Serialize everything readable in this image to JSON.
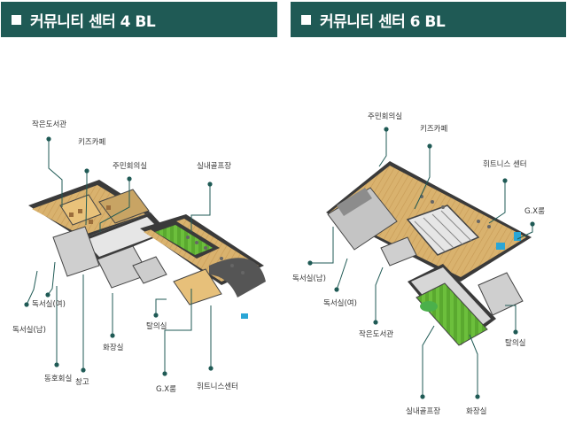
{
  "headers": {
    "left": "커뮤니티 센터 4 BL",
    "right": "커뮤니티 센터 6 BL"
  },
  "colors": {
    "header_bg": "#1f5a55",
    "leader": "#1f5a55",
    "floor": "#d9b26e",
    "wall": "#444444",
    "golf": "#6cbf3c"
  },
  "left_labels": {
    "small_library": "작은도서관",
    "kids_cafe": "키즈카페",
    "meeting_room": "주민회의실",
    "golf": "실내골프장",
    "reading_f": "독서실(여)",
    "reading_m": "독서실(남)",
    "club_room": "동호회실",
    "storage": "창고",
    "restroom": "화장실",
    "changing": "탈의실",
    "gx": "G.X룸",
    "fitness": "휘트니스센터"
  },
  "right_labels": {
    "meeting_room": "주민회의실",
    "kids_cafe": "키즈카페",
    "fitness": "휘트니스 센터",
    "gx": "G.X룸",
    "reading_m": "독서실(남)",
    "reading_f": "독서실(여)",
    "small_library": "작은도서관",
    "changing": "탈의실",
    "golf": "실내골프장",
    "restroom": "화장실"
  }
}
